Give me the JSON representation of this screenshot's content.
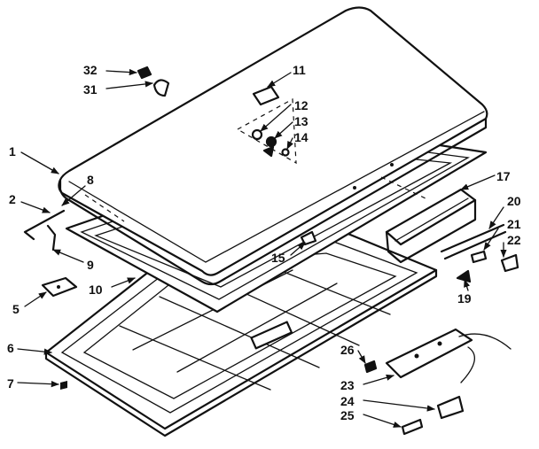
{
  "labels": {
    "p1": "1",
    "p2": "2",
    "p5": "5",
    "p6": "6",
    "p7": "7",
    "p8": "8",
    "p9": "9",
    "p10": "10",
    "p11": "11",
    "p12": "12",
    "p13": "13",
    "p14": "14",
    "p15": "15",
    "p17": "17",
    "p19": "19",
    "p20": "20",
    "p21": "21",
    "p22": "22",
    "p23": "23",
    "p24": "24",
    "p25": "25",
    "p26": "26",
    "p31": "31",
    "p32": "32"
  }
}
